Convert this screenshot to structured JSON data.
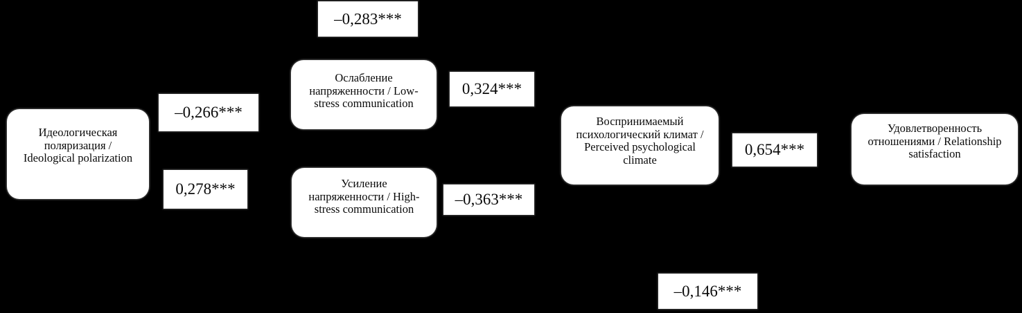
{
  "figure": {
    "background_color": "#000000",
    "node_fill_color": "#ffffff",
    "text_color": "#000000",
    "nodes": {
      "polarization": {
        "lines": [
          "Идеологическая",
          "поляризация /",
          "Ideological polarization"
        ]
      },
      "low_stress": {
        "lines": [
          "Ослабление",
          "напряженности / Low-",
          "stress communication"
        ]
      },
      "high_stress": {
        "lines": [
          "Усиление",
          "напряженности / High-",
          "stress communication"
        ]
      },
      "climate": {
        "lines": [
          "Воспринимаемый",
          "психологический климат /",
          "Perceived psychological",
          "climate"
        ]
      },
      "satisfaction": {
        "lines": [
          "Удовлетворенность",
          "отношениями / Relationship",
          "satisfaction"
        ]
      }
    },
    "coefficients": {
      "polarization_to_climate_top": "–0,283***",
      "polarization_to_low_stress": "–0,266***",
      "polarization_to_high_stress": "0,278***",
      "low_stress_to_climate": "0,324***",
      "high_stress_to_climate": "–0,363***",
      "climate_to_satisfaction": "0,654***",
      "polarization_to_satisfaction_bottom": "–0,146***"
    }
  }
}
